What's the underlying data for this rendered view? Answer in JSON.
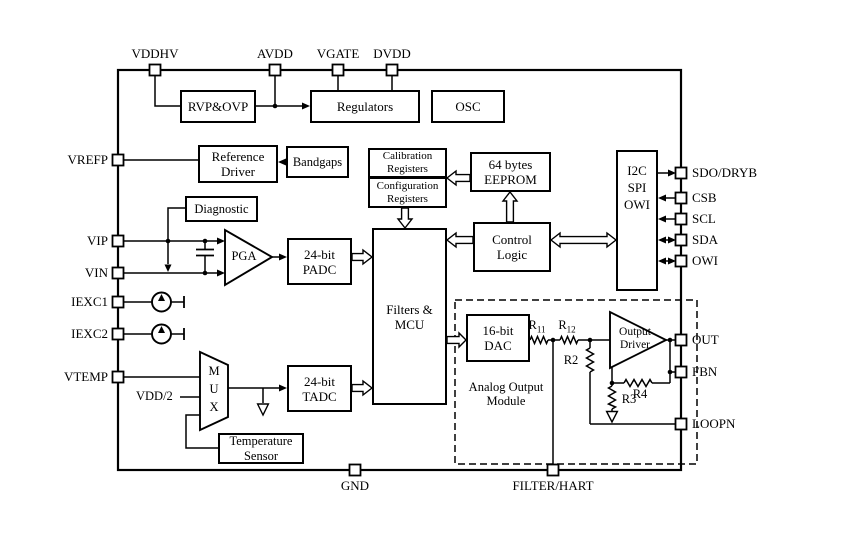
{
  "blocks": {
    "rvp_ovp": "RVP&OVP",
    "regulators": "Regulators",
    "osc": "OSC",
    "reference_driver": "Reference\nDriver",
    "bandgaps": "Bandgaps",
    "calibration_registers": "Calibration\nRegisters",
    "configuration_registers": "Configuration\nRegisters",
    "eeprom": "64 bytes\nEEPROM",
    "interface": "I2C\nSPI\nOWI",
    "diagnostic": "Diagnostic",
    "pga": "PGA",
    "padc": "24-bit\nPADC",
    "filters_mcu": "Filters &\nMCU",
    "control_logic": "Control\nLogic",
    "dac": "16-bit\nDAC",
    "output_driver": "Output\nDriver",
    "mux": "M\nU\nX",
    "tadc": "24-bit\nTADC",
    "temperature_sensor": "Temperature\nSensor",
    "analog_output_module": "Analog Output\nModule"
  },
  "labels": {
    "vdd_half": "VDD/2",
    "r11_base": "R",
    "r11_sub": "11",
    "r12_base": "R",
    "r12_sub": "12",
    "r2": "R2",
    "r3": "R3",
    "r4": "R4"
  },
  "pins": {
    "top": [
      "VDDHV",
      "AVDD",
      "VGATE",
      "DVDD"
    ],
    "left": [
      "VREFP",
      "VIP",
      "VIN",
      "IEXC1",
      "IEXC2",
      "VTEMP"
    ],
    "right": [
      "SDO/DRYB",
      "CSB",
      "SCL",
      "SDA",
      "OWI",
      "OUT",
      "FBN",
      "LOOPN"
    ],
    "bottom": [
      "GND",
      "FILTER/HART"
    ]
  }
}
